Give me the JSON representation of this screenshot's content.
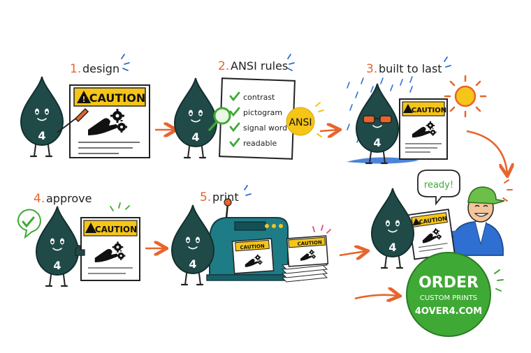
{
  "brand": {
    "drop_number": "4"
  },
  "colors": {
    "orange": "#e8642c",
    "teal": "#1f4a48",
    "yellow": "#f5c518",
    "green": "#3fa935",
    "blue": "#2e6fd1"
  },
  "steps": [
    {
      "num": "1.",
      "label": "design"
    },
    {
      "num": "2.",
      "label": "ANSI rules"
    },
    {
      "num": "3.",
      "label": "built to last"
    },
    {
      "num": "4.",
      "label": "approve"
    },
    {
      "num": "5.",
      "label": "print"
    }
  ],
  "sign": {
    "caution": "CAUTION",
    "caution_small": "CAUTION"
  },
  "checklist": [
    "contrast",
    "pictogram",
    "signal word",
    "readable"
  ],
  "ansi_badge": "ANSI",
  "speech_bubble": "ready!",
  "cta": {
    "line1": "ORDER",
    "line2": "CUSTOM PRINTS",
    "line3": "4OVER4.COM"
  }
}
